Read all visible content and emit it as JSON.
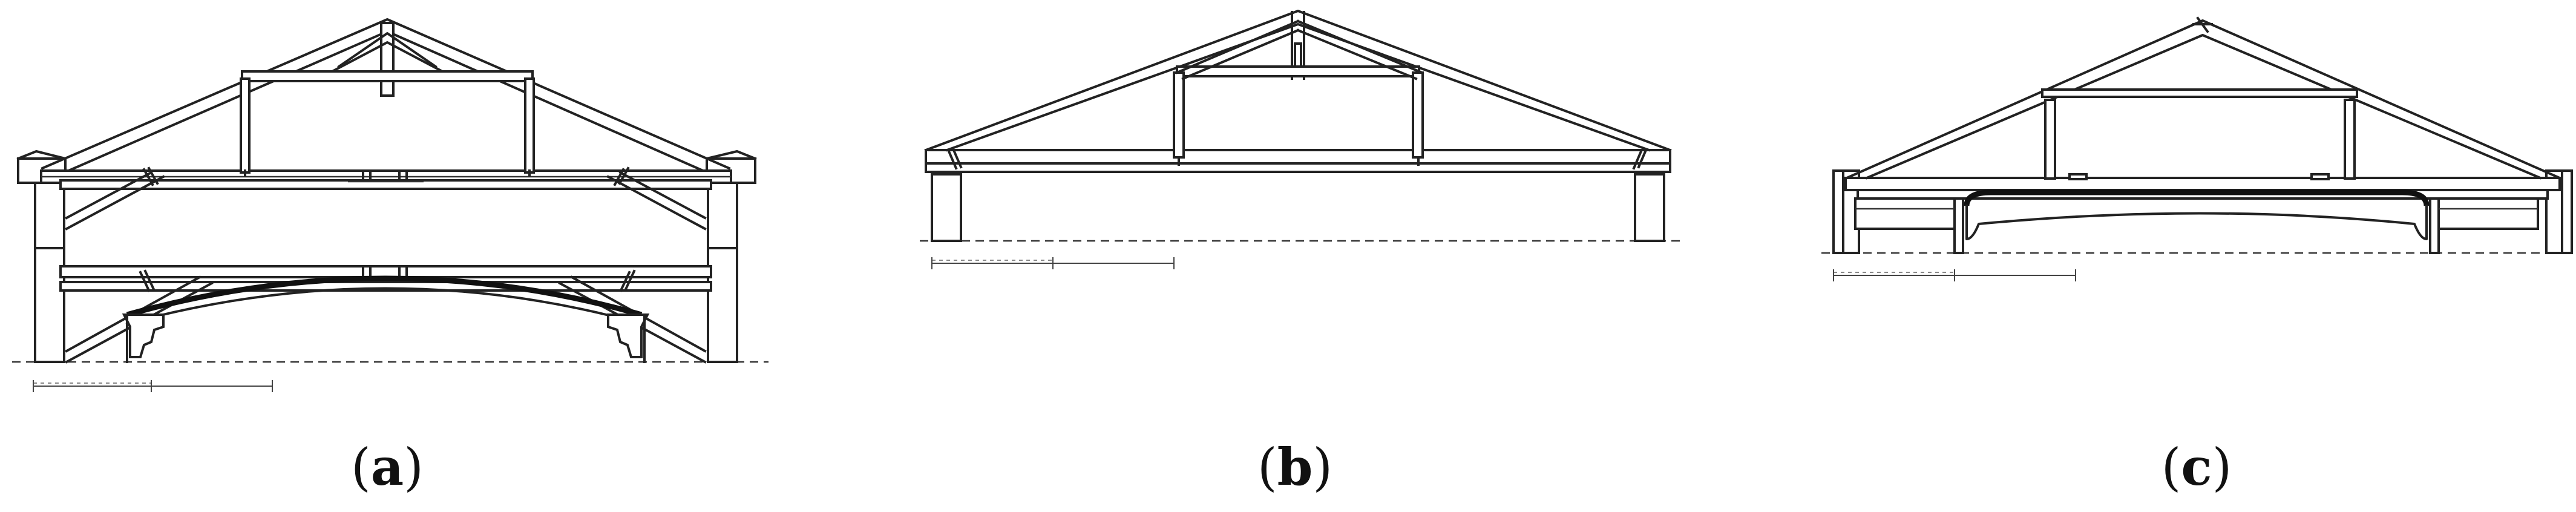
{
  "figure": {
    "panels": [
      {
        "id": "a",
        "open": "(",
        "letter": "a",
        "close": ")"
      },
      {
        "id": "b",
        "open": "(",
        "letter": "b",
        "close": ")"
      },
      {
        "id": "c",
        "open": "(",
        "letter": "c",
        "close": ")"
      }
    ]
  }
}
